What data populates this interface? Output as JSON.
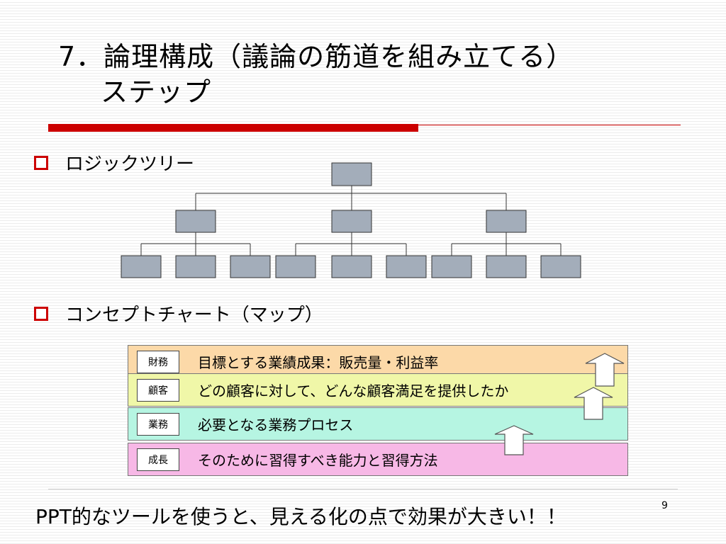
{
  "slide": {
    "title_line1": "7．論理構成（議論の筋道を組み立てる）",
    "title_line2": "ステップ",
    "page_number": "9"
  },
  "bullets": [
    {
      "label": "ロジックツリー"
    },
    {
      "label": "コンセプトチャート（マップ）"
    }
  ],
  "concept_bands": [
    {
      "tag": "財務",
      "text": "目標とする業績成果：販売量・利益率",
      "color": "#fcd9a8"
    },
    {
      "tag": "顧客",
      "text": "どの顧客に対して、どんな顧客満足を提供したか",
      "color": "#f0f7a8"
    },
    {
      "tag": "業務",
      "text": "必要となる業務プロセス",
      "color": "#b6f5e2"
    },
    {
      "tag": "成長",
      "text": "そのために習得すべき能力と習得方法",
      "color": "#f7b8e6"
    }
  ],
  "footer": {
    "text": "PPT的なツールを使うと、見える化の点で効果が大きい！！"
  },
  "colors": {
    "accent": "#cc0000",
    "tree_box": "#a3adba",
    "tree_line": "#333333"
  }
}
